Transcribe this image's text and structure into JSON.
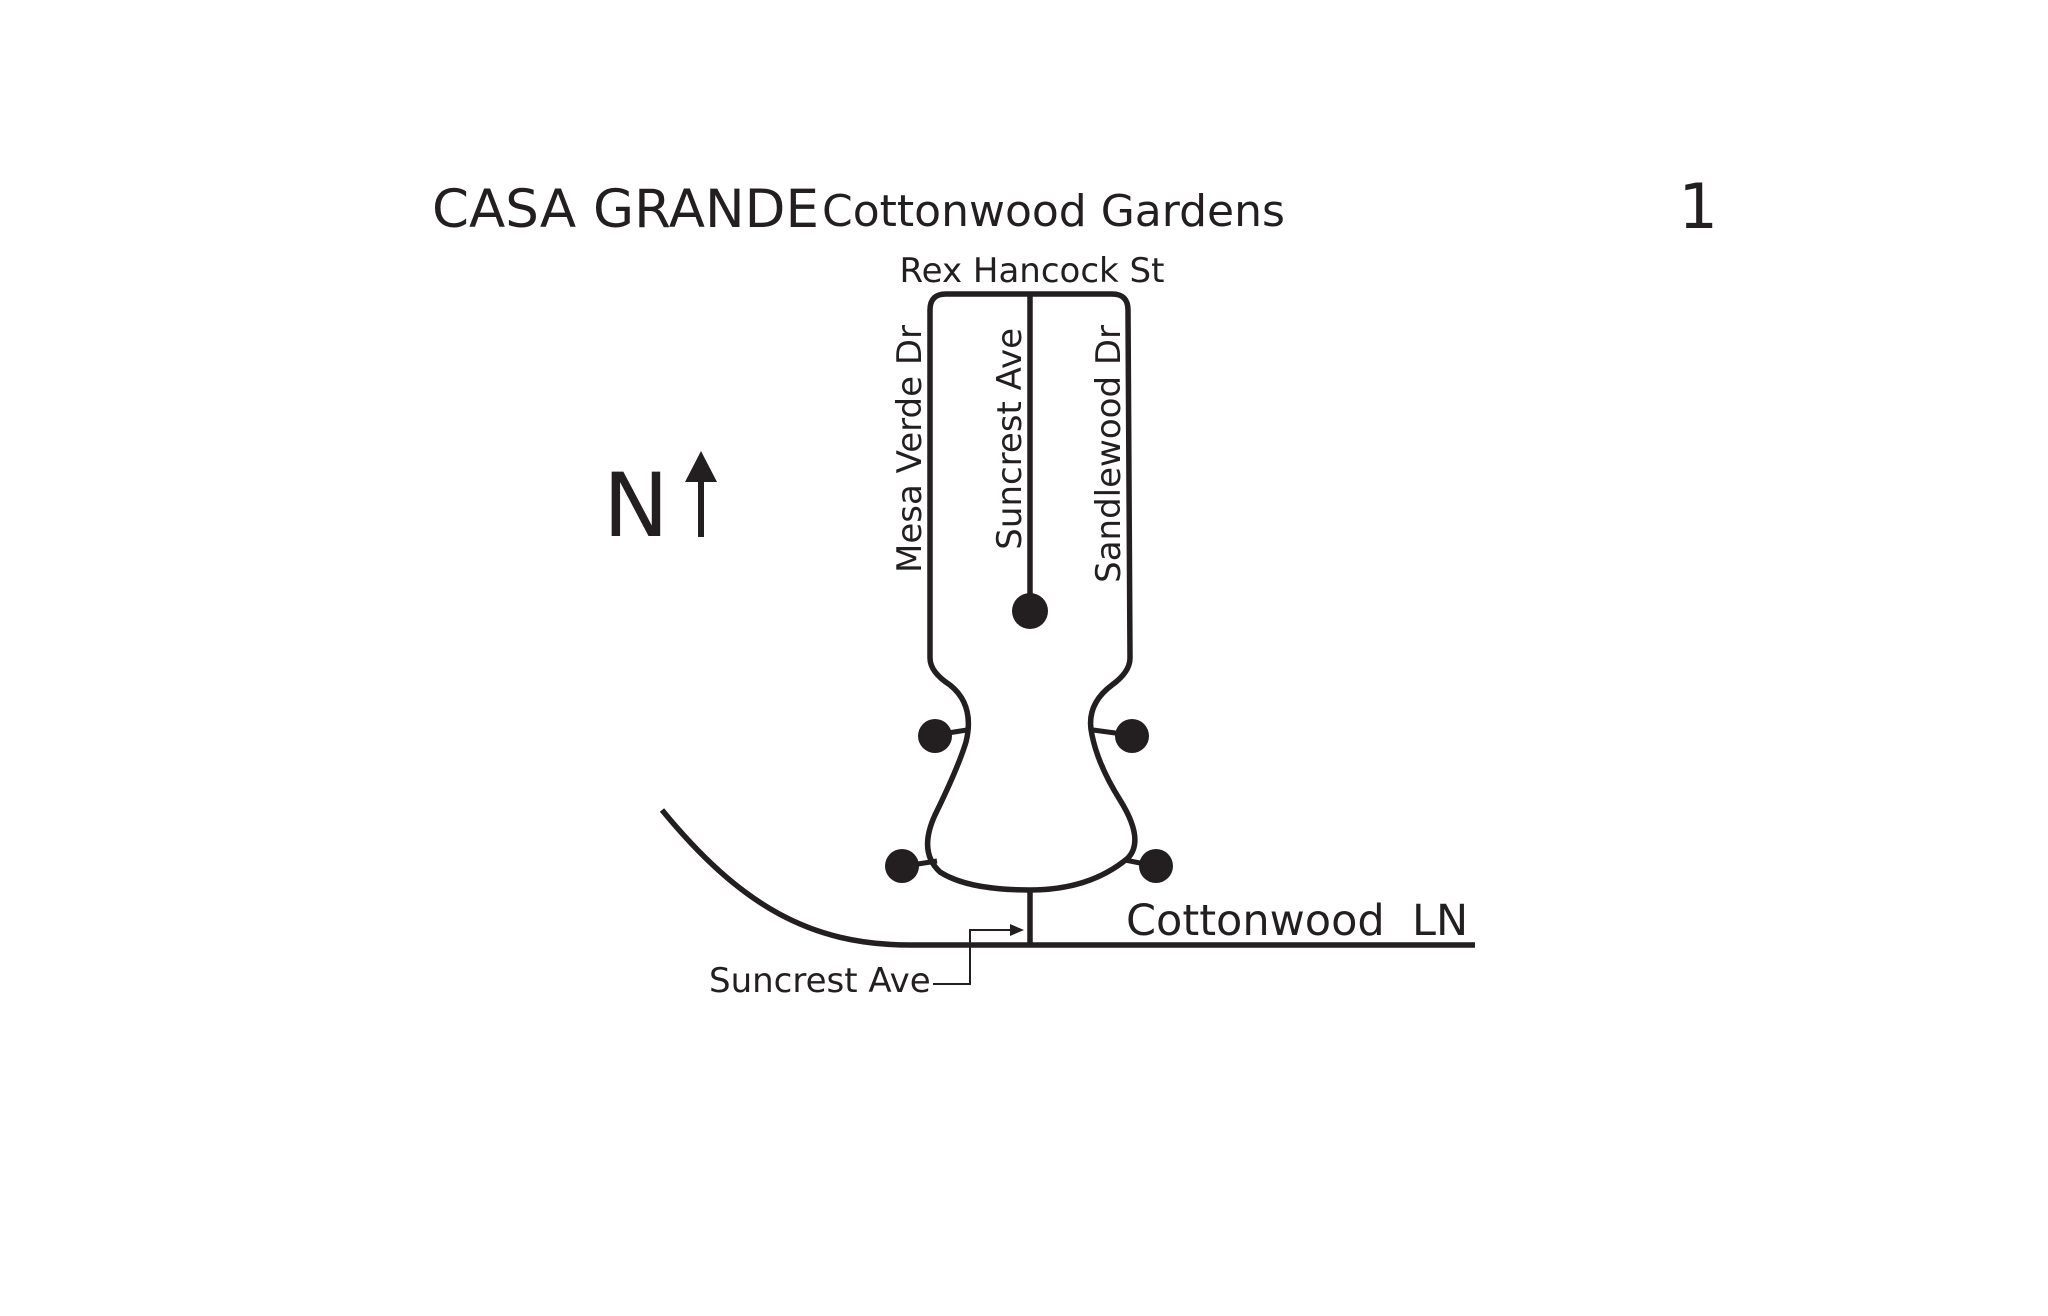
{
  "header": {
    "city": "CASA GRANDE",
    "subdivision": "Cottonwood Gardens",
    "page_number": "1"
  },
  "compass": {
    "letter": "N",
    "icon": "north-arrow-icon"
  },
  "streets": {
    "top": "Rex Hancock St",
    "west": "Mesa Verde Dr",
    "center": "Suncrest Ave",
    "east": "Sandlewood Dr",
    "main_road": "Cottonwood  LN",
    "entrance_callout": "Suncrest Ave"
  },
  "colors": {
    "ink": "#231f20",
    "background": "#ffffff"
  }
}
